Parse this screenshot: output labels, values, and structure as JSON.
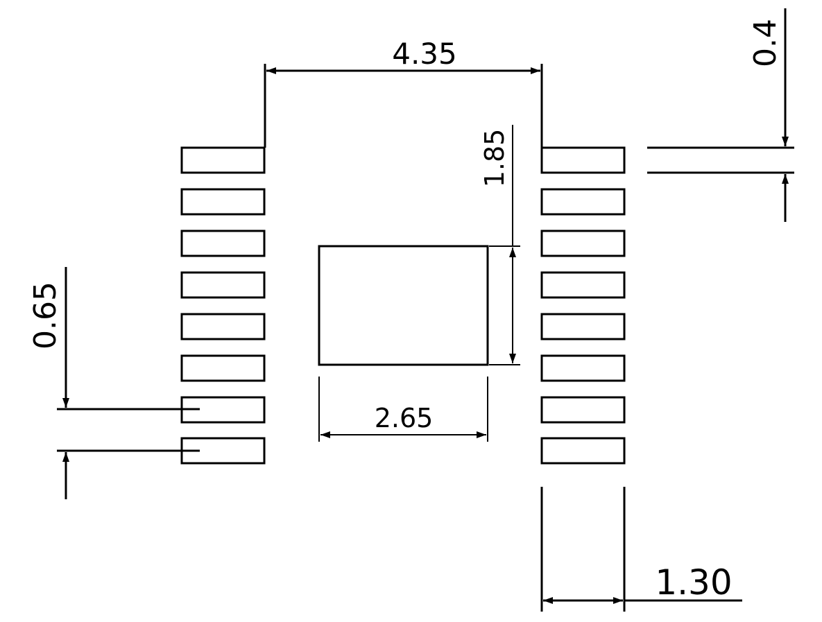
{
  "diagram": {
    "stroke_color": "#000000",
    "background_color": "#ffffff",
    "dimensions": {
      "pad_span": "4.35",
      "pad_width": "0.4",
      "thermal_pad_height": "1.85",
      "thermal_pad_width": "2.65",
      "pad_pitch": "0.65",
      "pad_length": "1.30"
    },
    "pads_per_side": 8
  }
}
